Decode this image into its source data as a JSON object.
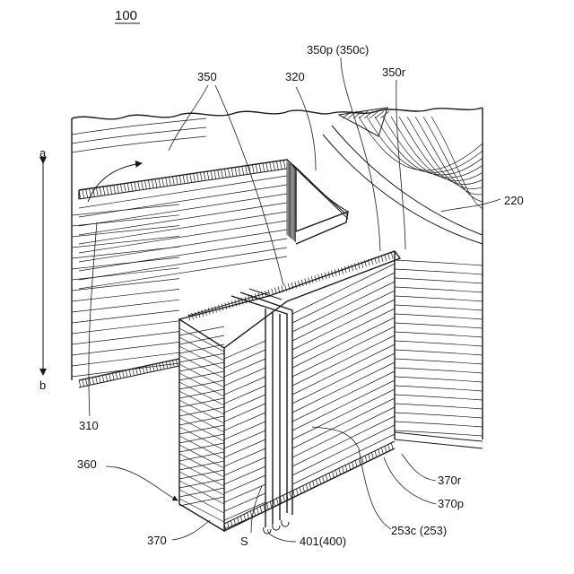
{
  "figure_number": "100",
  "labels": {
    "l350": "350",
    "l320": "320",
    "l350p": "350p (350c)",
    "l350r": "350r",
    "l220": "220",
    "la": "a",
    "lb": "b",
    "l310": "310",
    "l360": "360",
    "l370": "370",
    "lS": "S",
    "l401": "401(400)",
    "l253": "253c (253)",
    "l370r": "370r",
    "l370p": "370p"
  },
  "colors": {
    "line": "#1a1a1a",
    "background": "#ffffff"
  }
}
